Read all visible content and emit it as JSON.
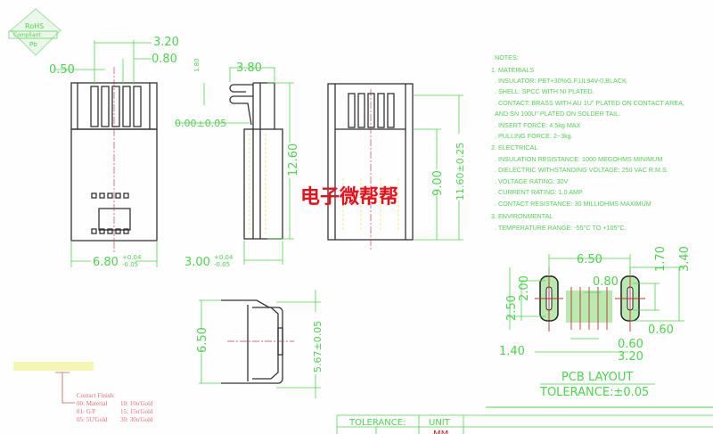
{
  "rohs_logo": {
    "line1": "RoHS",
    "line2": "Compliant",
    "line3": "Pb"
  },
  "front_view": {
    "dim_top_width": "3.20",
    "dim_pin_width": "0.50",
    "dim_pitch": "0.80",
    "dim_width": "6.80",
    "dim_width_tol_plus": "+0.04",
    "dim_width_tol_minus": "-0.05"
  },
  "side_view": {
    "dim_small": "1.80",
    "dim_hook": "3.80",
    "dim_offset": "0.00±0.05",
    "dim_thickness": "3.00",
    "dim_thickness_tol_plus": "+0.04",
    "dim_thickness_tol_minus": "-0.05",
    "dim_length": "12.60"
  },
  "top_view": {
    "dim_inner": "9.00",
    "dim_total": "11.60±0.25"
  },
  "watermark": "电子微帮帮",
  "end_view": {
    "dim_height": "6.50",
    "dim_depth": "5.67±0.05"
  },
  "notes": {
    "title": "NOTES:",
    "lines": [
      "1. MATERIALS",
      ". INSULATOR: PBT+30%G.F,UL94V-0,BLACK.",
      ". SHELL: SPCC WITH NI PLATED.",
      ". CONTACT: BRASS WITH AU 1U\" PLATED ON CONTACT AREA,",
      "  AND SN 100U\" PLATED ON SOLDER TAIL.",
      ". INSERT FORCE: 4.5kg MAX",
      ". PULLING FORCE: 2~3kg.",
      "2. ELECTRICAL",
      ". INSULATION RESISTANCE: 1000 MEGOHMS MINIMUM",
      ". DIELECTRIC WITHSTANDING VOLTAGE: 250 VAC R.M.S.",
      ". VOLTAGE RATING: 30V",
      ". CURRENT RATING: 1.0 AMP.",
      ". CONTACT RESISTANCE: 30 MILLIOHMS MAXIMUM",
      "3. ENVIRONMENTAL",
      ". TEMPERATURE RANGE: -55°C TO +105°C."
    ]
  },
  "pcb_layout": {
    "dim_span": "6.50",
    "dim_pitch": "0.80",
    "dim_h1": "1.70",
    "dim_h2": "3.40",
    "dim_left1": "2.00",
    "dim_left2": "2.50",
    "dim_pad": "0.60",
    "dim_pad2": "0.60",
    "dim_width": "3.20",
    "dim_edge": "1.40",
    "title": "PCB LAYOUT",
    "tolerance": "TOLERANCE:±0.05"
  },
  "contact_finish": {
    "title": "Contact Finish:",
    "options": [
      "00: Material",
      "01: G/F",
      "05: 5U'Gold",
      "10: 10u'Gold",
      "15: 15u'Gold",
      "30: 30u'Gold"
    ]
  },
  "title_block": {
    "tolerance_label": "TOLERANCE:",
    "unit_label": "UNIT",
    "unit_value": "MM"
  }
}
